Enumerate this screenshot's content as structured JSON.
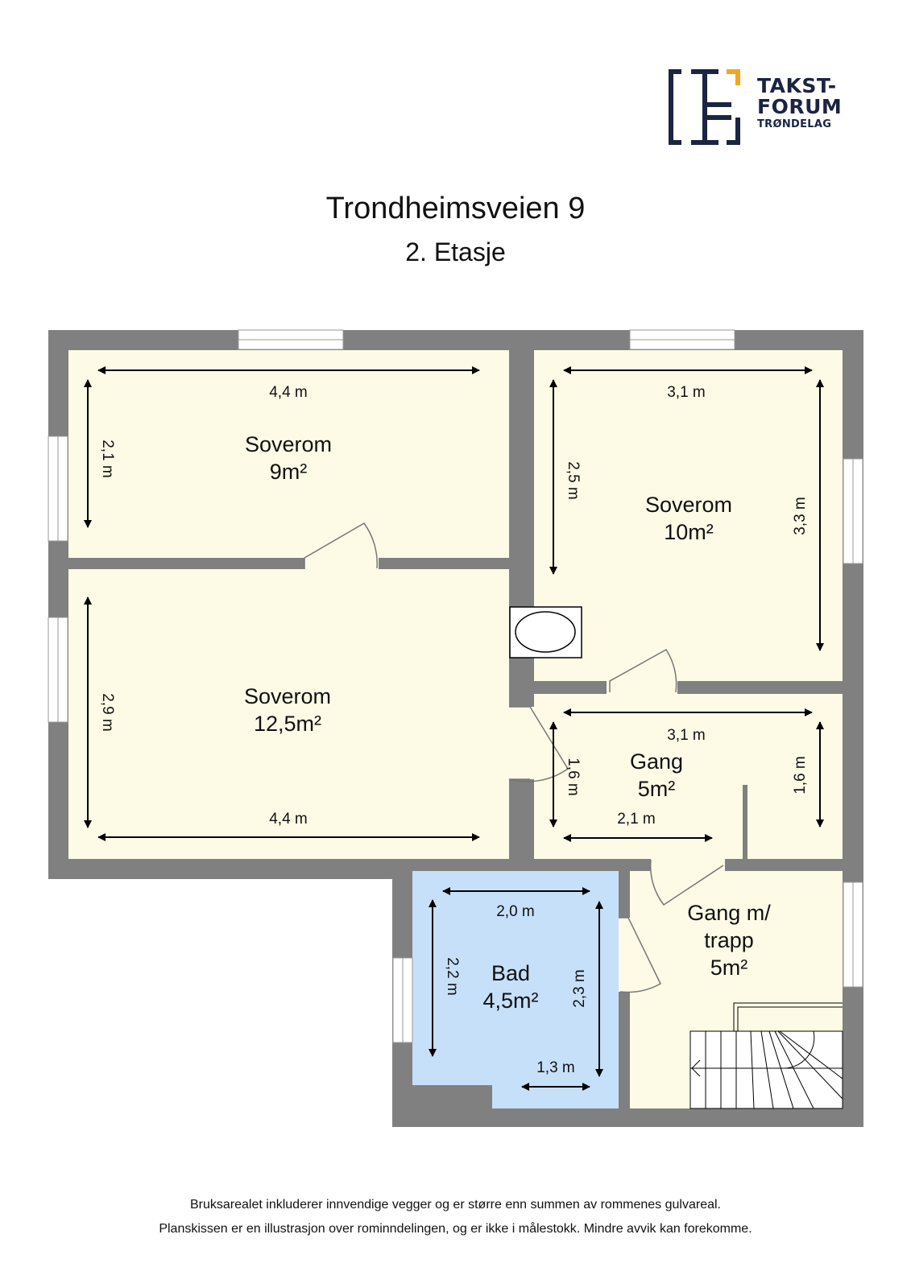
{
  "logo": {
    "line1": "TAKST-",
    "line2": "FORUM",
    "line3": "TRØNDELAG",
    "navy": "#1b2441",
    "accent": "#f2a81d"
  },
  "header": {
    "address": "Trondheimsveien 9",
    "floor": "2. Etasje"
  },
  "rooms": {
    "soverom_9": {
      "name": "Soverom",
      "area": "9m²",
      "width": "4,4 m",
      "depth": "2,1 m"
    },
    "soverom_10": {
      "name": "Soverom",
      "area": "10m²",
      "width": "3,1 m",
      "depth_left": "2,5 m",
      "depth_right": "3,3 m"
    },
    "soverom_12": {
      "name": "Soverom",
      "area": "12,5m²",
      "width": "4,4 m",
      "depth": "2,9 m"
    },
    "gang": {
      "name": "Gang",
      "area": "5m²",
      "width": "3,1 m",
      "width_inner": "2,1 m",
      "depth_left": "1,6 m",
      "depth_right": "1,6 m"
    },
    "bad": {
      "name": "Bad",
      "area": "4,5m²",
      "width": "2,0 m",
      "width_bottom": "1,3 m",
      "depth_left": "2,2 m",
      "depth_right": "2,3 m"
    },
    "gang_trapp": {
      "name_line1": "Gang m/",
      "name_line2": "trapp",
      "area": "5m²"
    }
  },
  "colors": {
    "wall": "#808080",
    "floor": "#fdfbe6",
    "bath": "#c6e0fa"
  },
  "footer": {
    "line1": "Bruksarealet inkluderer innvendige vegger og er større enn summen av rommenes gulvareal.",
    "line2": "Planskissen er en illustrasjon over rominndelingen, og er ikke i målestokk. Mindre avvik kan forekomme."
  }
}
